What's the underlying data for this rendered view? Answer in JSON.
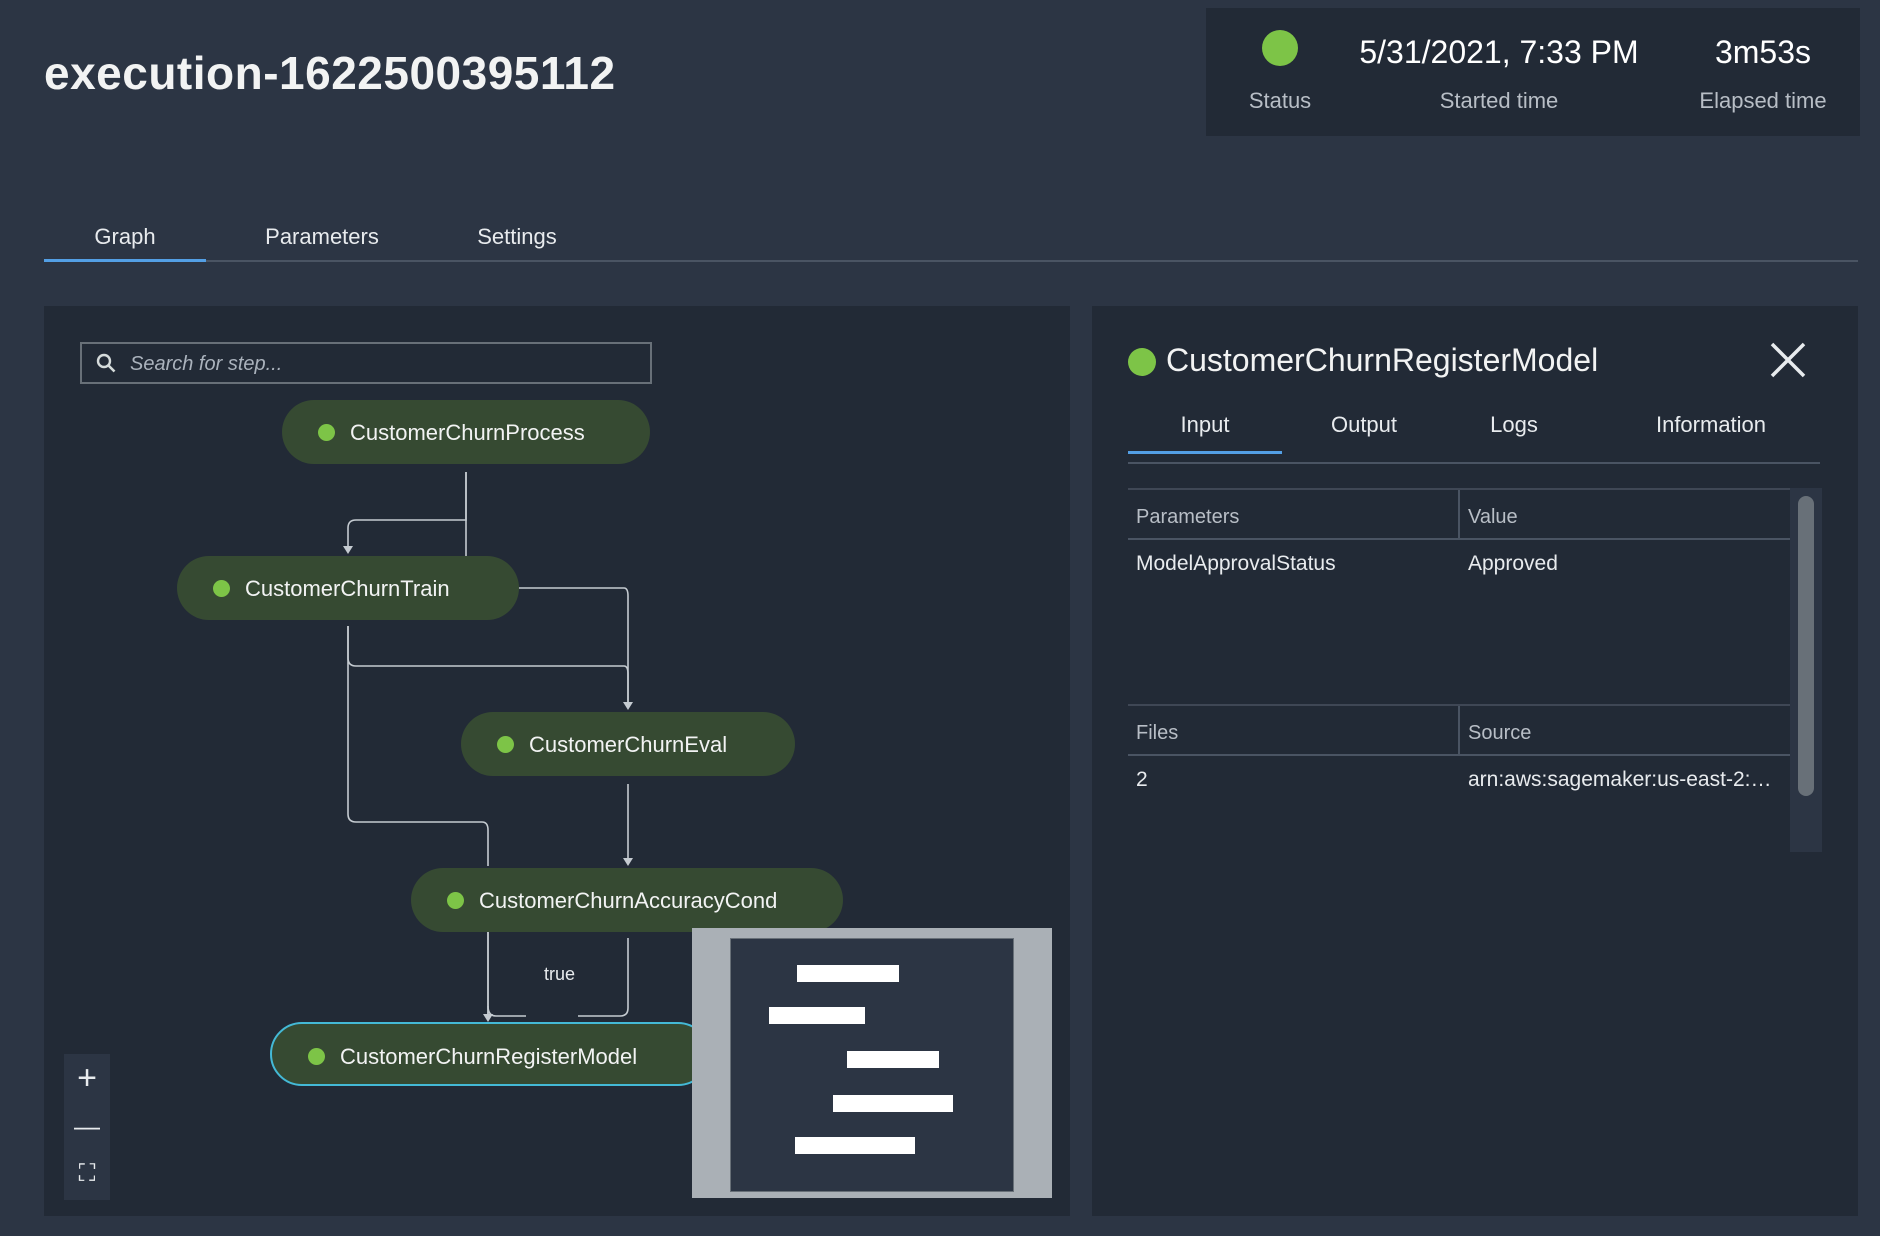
{
  "execution": {
    "title": "execution-1622500395112",
    "status_label": "Status",
    "started_time_value": "5/31/2021, 7:33 PM",
    "started_time_label": "Started time",
    "elapsed_time_value": "3m53s",
    "elapsed_time_label": "Elapsed time"
  },
  "tabs": [
    "Graph",
    "Parameters",
    "Settings"
  ],
  "graph": {
    "search_placeholder": "Search for step...",
    "nodes": [
      "CustomerChurnProcess",
      "CustomerChurnTrain",
      "CustomerChurnEval",
      "CustomerChurnAccuracyCond",
      "CustomerChurnRegisterModel"
    ],
    "edge_label_true": "true",
    "zoom_in": "+",
    "zoom_out": "—",
    "fit": "⛶"
  },
  "panel": {
    "title": "CustomerChurnRegisterModel",
    "tabs": [
      "Input",
      "Output",
      "Logs",
      "Information"
    ],
    "parameters_table": {
      "headers": [
        "Parameters",
        "Value"
      ],
      "rows": [
        [
          "ModelApprovalStatus",
          "Approved"
        ]
      ]
    },
    "files_table": {
      "headers": [
        "Files",
        "Source"
      ],
      "rows": [
        [
          "2",
          "arn:aws:sagemaker:us-east-2:…"
        ]
      ]
    }
  },
  "colors": {
    "success_green": "#7dc447",
    "accent_blue": "#539fe5",
    "selected_border": "#44b9d6",
    "node_bg": "#364a32"
  }
}
